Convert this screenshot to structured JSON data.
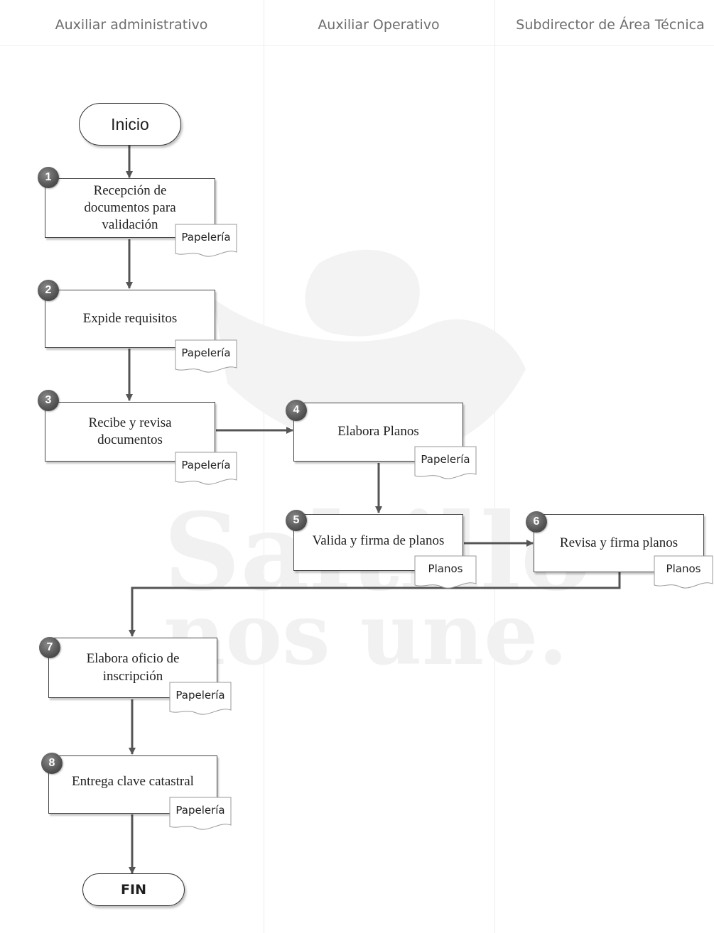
{
  "lanes": [
    "Auxiliar administrativo",
    "Auxiliar Operativo",
    "Subdirector de Área Técnica"
  ],
  "start_label": "Inicio",
  "end_label": "FIN",
  "steps": [
    {
      "num": "1",
      "text": "Recepción de documentos para validación",
      "doc": "Papelería"
    },
    {
      "num": "2",
      "text": "Expide requisitos",
      "doc": "Papelería"
    },
    {
      "num": "3",
      "text": "Recibe y revisa documentos",
      "doc": "Papelería"
    },
    {
      "num": "4",
      "text": "Elabora Planos",
      "doc": "Papelería"
    },
    {
      "num": "5",
      "text": "Valida y firma de planos",
      "doc": "Planos"
    },
    {
      "num": "6",
      "text": "Revisa y firma planos",
      "doc": "Planos"
    },
    {
      "num": "7",
      "text": "Elabora oficio de inscripción",
      "doc": "Papelería"
    },
    {
      "num": "8",
      "text": "Entrega clave catastral",
      "doc": "Papelería"
    }
  ],
  "colors": {
    "connector": "#555555",
    "badge": "#5a5a5a",
    "watermark": "#f2f2f2"
  }
}
